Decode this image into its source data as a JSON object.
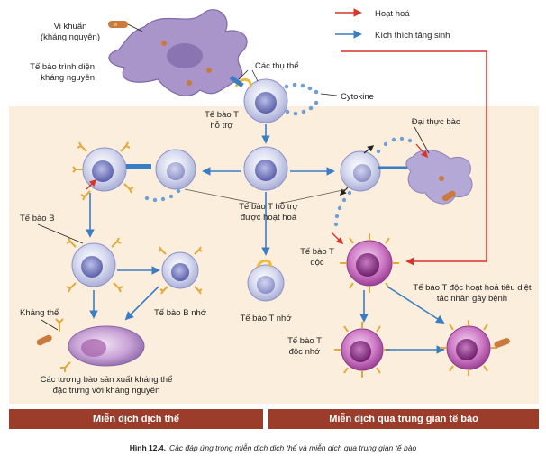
{
  "legend": {
    "activation": "Hoạt hoá",
    "proliferation": "Kích thích tăng sinh",
    "activation_color": "#d9342b",
    "proliferation_color": "#3b7dc4"
  },
  "labels": {
    "bacteria": "Vi khuẩn",
    "antigen": "(kháng nguyên)",
    "apc_1": "Tế bào trình diện",
    "apc_2": "kháng nguyên",
    "receptors": "Các thụ thể",
    "cytokine": "Cytokine",
    "helper_1": "Tế bào T",
    "helper_2": "hỗ trợ",
    "macrophage": "Đại thực bào",
    "b_cell": "Tế bào B",
    "activated_helper_1": "Tế bào T hỗ trợ",
    "activated_helper_2": "được hoạt hoá",
    "cytotoxic_1": "Tế bào T",
    "cytotoxic_2": "độc",
    "memory_b": "Tế bào B nhớ",
    "memory_t": "Tế bào T nhớ",
    "antibody": "Kháng thể",
    "plasma_1": "Các tương bào sản xuất kháng thể",
    "plasma_2": "đặc trưng với kháng nguyên",
    "activated_cytotoxic_1": "Tế bào T độc hoạt hoá tiêu diệt",
    "activated_cytotoxic_2": "tác nhân gây bệnh",
    "memory_cytotoxic_1": "Tế bào T",
    "memory_cytotoxic_2": "độc nhớ"
  },
  "sections": {
    "humoral": "Miễn dịch dịch thể",
    "cell_mediated": "Miễn dịch qua trung gian tế bào"
  },
  "caption": {
    "figure": "Hình 12.4.",
    "text": "Các đáp ứng trong miễn dịch dịch thể và miễn dịch qua trung gian tế bào"
  }
}
